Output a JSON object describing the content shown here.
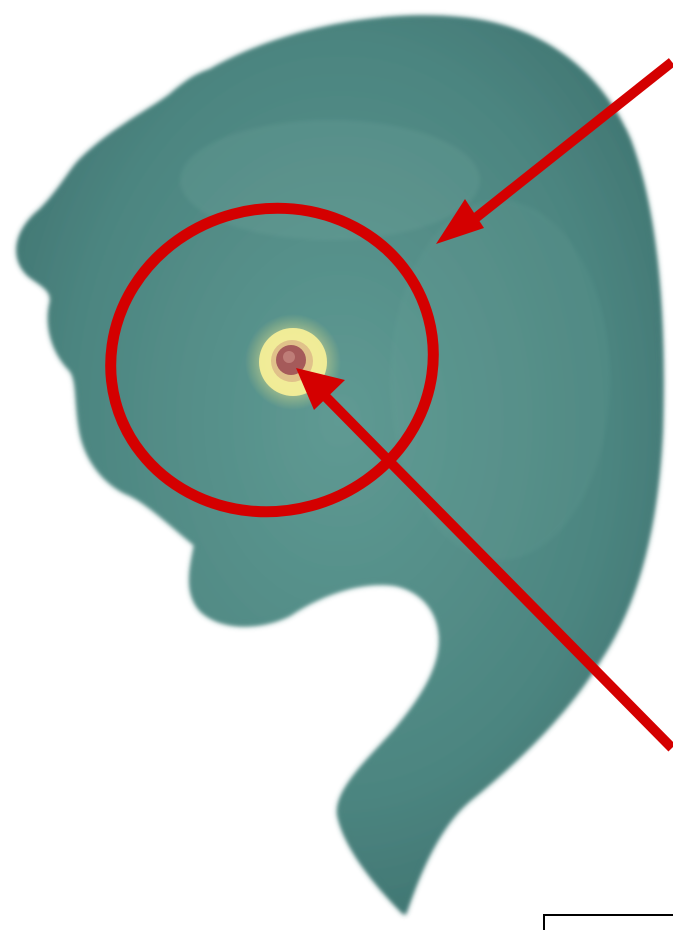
{
  "image": {
    "subject": "",
    "background_color": "#ffffff"
  },
  "colors": {
    "tissue": "#4f8a86",
    "tissue_dark": "#3f7571",
    "tissue_light": "#7fb0a6",
    "tissue_edge": "#5e9993",
    "fluorescent_ring": "#f4ee98",
    "fluorescent_core": "#a55a5a",
    "annotation_red": "#d40000",
    "scale_bar": "#000000"
  },
  "annotations": {
    "region_circle": {
      "shape": "ellipse",
      "color_key": "annotation_red"
    },
    "region_arrow": {
      "points_to": "region-circle",
      "color_key": "annotation_red"
    },
    "spot_arrow": {
      "points_to": "fluorescent-spot",
      "color_key": "annotation_red"
    }
  },
  "scale_bar": {
    "label": ""
  }
}
